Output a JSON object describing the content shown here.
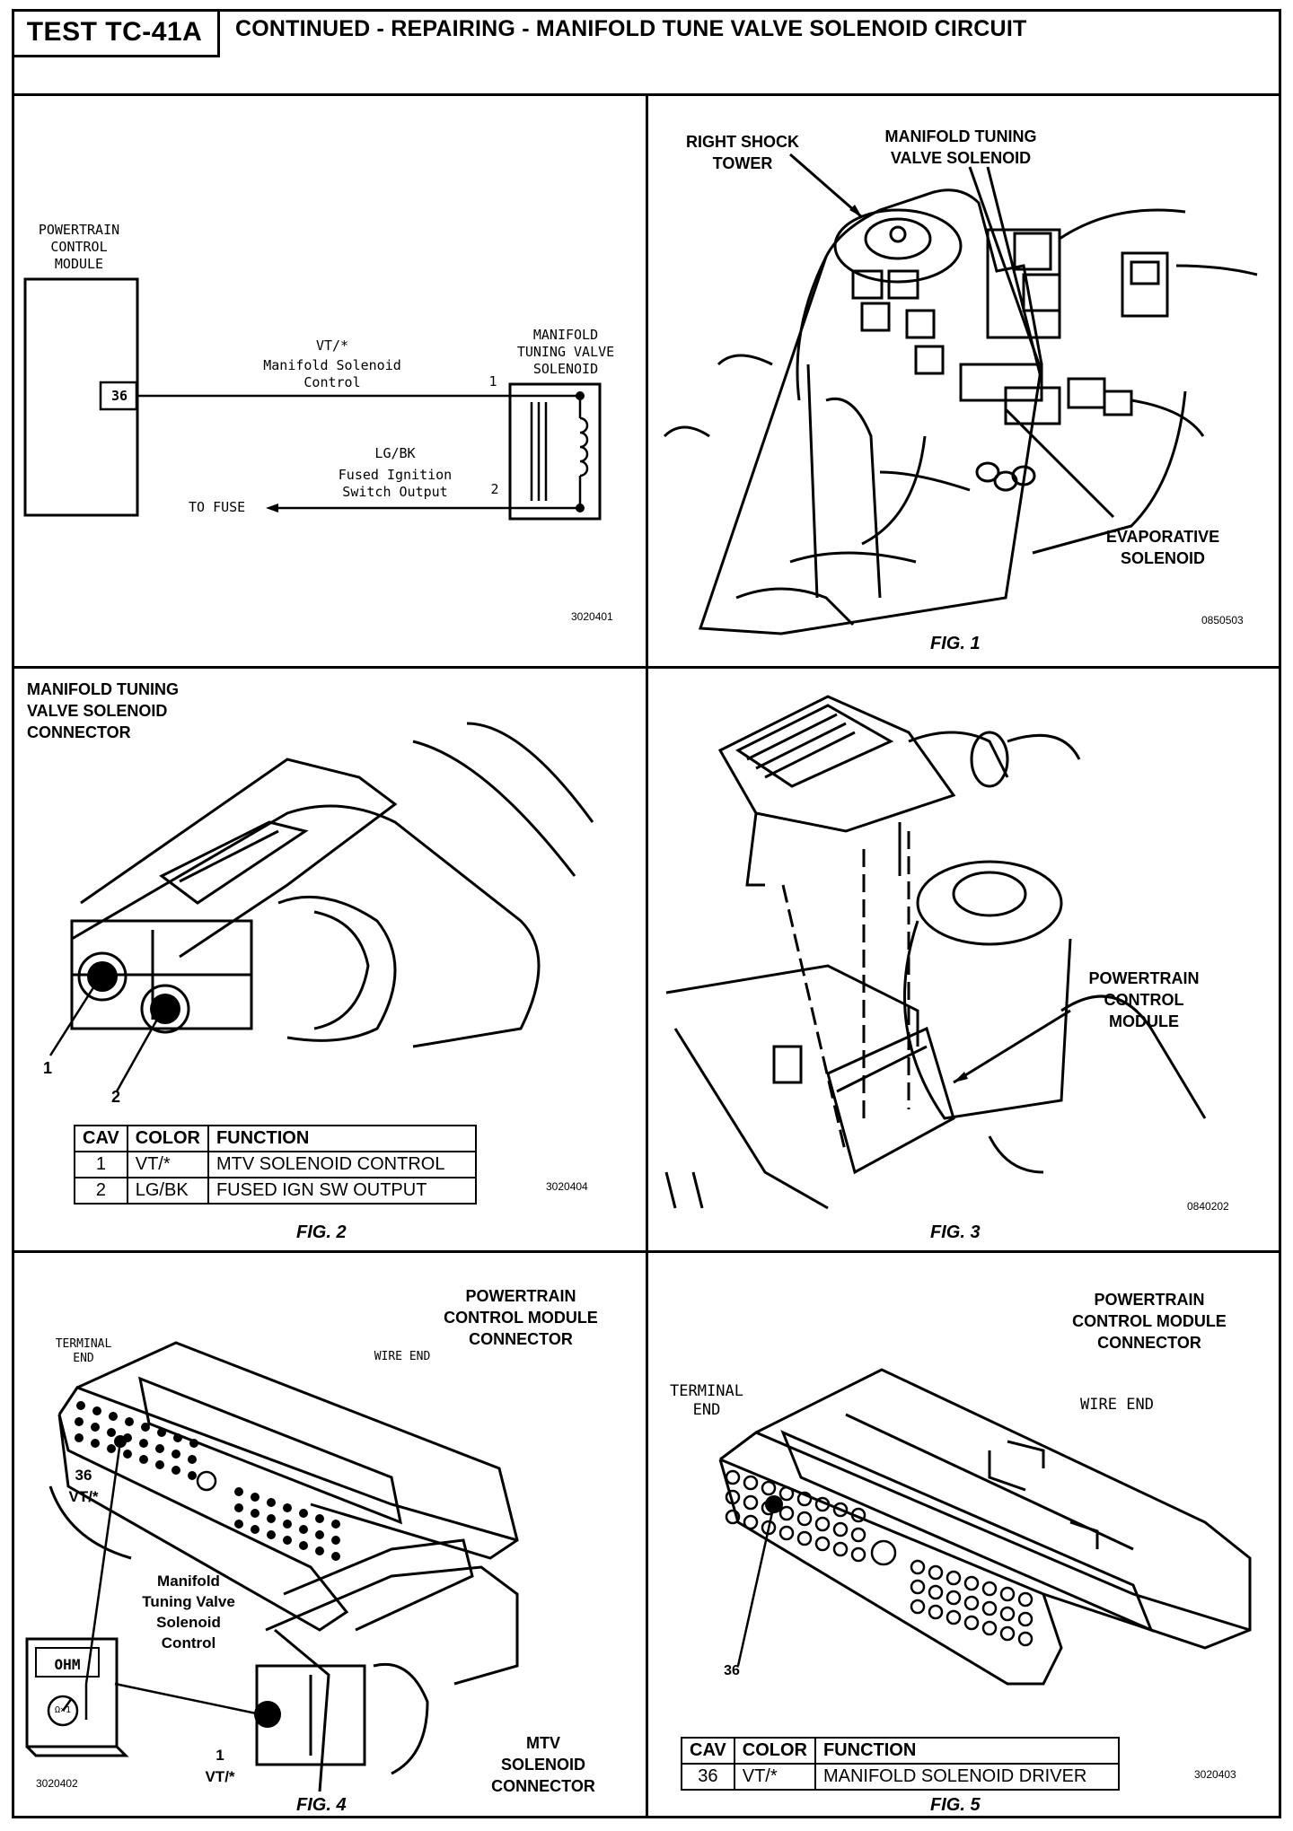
{
  "header": {
    "test_id": "TEST TC-41A",
    "title": "CONTINUED - REPAIRING - MANIFOLD TUNE VALVE SOLENOID CIRCUIT"
  },
  "schematic": {
    "pcm_label": "POWERTRAIN\nCONTROL\nMODULE",
    "pin_36": "36",
    "wire1_color": "VT/*",
    "wire1_name": "Manifold Solenoid\nControl",
    "wire2_color": "LG/BK",
    "wire2_name": "Fused Ignition\nSwitch Output",
    "to_fuse": "TO FUSE",
    "solenoid_label": "MANIFOLD\nTUNING VALVE\nSOLENOID",
    "pin_1": "1",
    "pin_2": "2",
    "code": "3020401"
  },
  "fig1": {
    "right_shock_tower": "RIGHT SHOCK\nTOWER",
    "mtv_solenoid": "MANIFOLD TUNING\nVALVE SOLENOID",
    "evap_solenoid": "EVAPORATIVE\nSOLENOID",
    "code": "0850503",
    "caption": "FIG. 1"
  },
  "fig2": {
    "connector_label": "MANIFOLD TUNING\nVALVE SOLENOID\nCONNECTOR",
    "pin_1": "1",
    "pin_2": "2",
    "table": {
      "headers": [
        "CAV",
        "COLOR",
        "FUNCTION"
      ],
      "rows": [
        [
          "1",
          "VT/*",
          "MTV SOLENOID CONTROL"
        ],
        [
          "2",
          "LG/BK",
          "FUSED IGN SW OUTPUT"
        ]
      ]
    },
    "code": "3020404",
    "caption": "FIG. 2"
  },
  "fig3": {
    "pcm_label": "POWERTRAIN\nCONTROL\nMODULE",
    "code": "0840202",
    "caption": "FIG. 3"
  },
  "fig4": {
    "pcm_connector": "POWERTRAIN\nCONTROL MODULE\nCONNECTOR",
    "terminal_end": "TERMINAL\nEND",
    "wire_end": "WIRE END",
    "pin36_label": "36\nVT/*",
    "meter_label": "OHM",
    "meter_range": "Ω×1",
    "mtv_control": "Manifold\nTuning Valve\nSolenoid\nControl",
    "pin1_label": "1\nVT/*",
    "mtv_connector": "MTV\nSOLENOID\nCONNECTOR",
    "code": "3020402",
    "caption": "FIG. 4"
  },
  "fig5": {
    "pcm_connector": "POWERTRAIN\nCONTROL MODULE\nCONNECTOR",
    "terminal_end": "TERMINAL\nEND",
    "wire_end": "WIRE  END",
    "pin36": "36",
    "table": {
      "headers": [
        "CAV",
        "COLOR",
        "FUNCTION"
      ],
      "rows": [
        [
          "36",
          "VT/*",
          "MANIFOLD SOLENOID DRIVER"
        ]
      ]
    },
    "code": "3020403",
    "caption": "FIG. 5"
  }
}
